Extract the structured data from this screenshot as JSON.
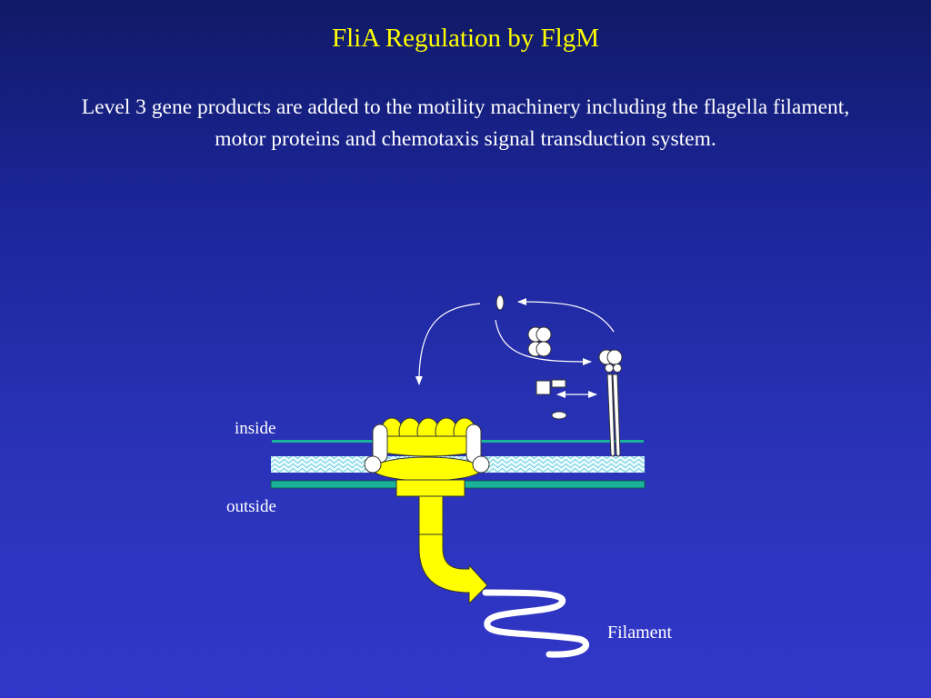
{
  "slide": {
    "title": "FliA Regulation by FlgM",
    "body": "Level 3 gene products are added to the motility machinery including the flagella filament, motor proteins and chemotaxis signal transduction system."
  },
  "diagram": {
    "labels": {
      "inside": "inside",
      "outside": "outside",
      "filament": "Filament"
    },
    "colors": {
      "background_top": "#0f1a66",
      "background_bottom": "#3136c8",
      "title": "#ffff00",
      "motor": "#ffff00",
      "membrane": "#1ab39a",
      "peptidoglycan": "#e8fbff",
      "protein": "#ffffff"
    }
  }
}
